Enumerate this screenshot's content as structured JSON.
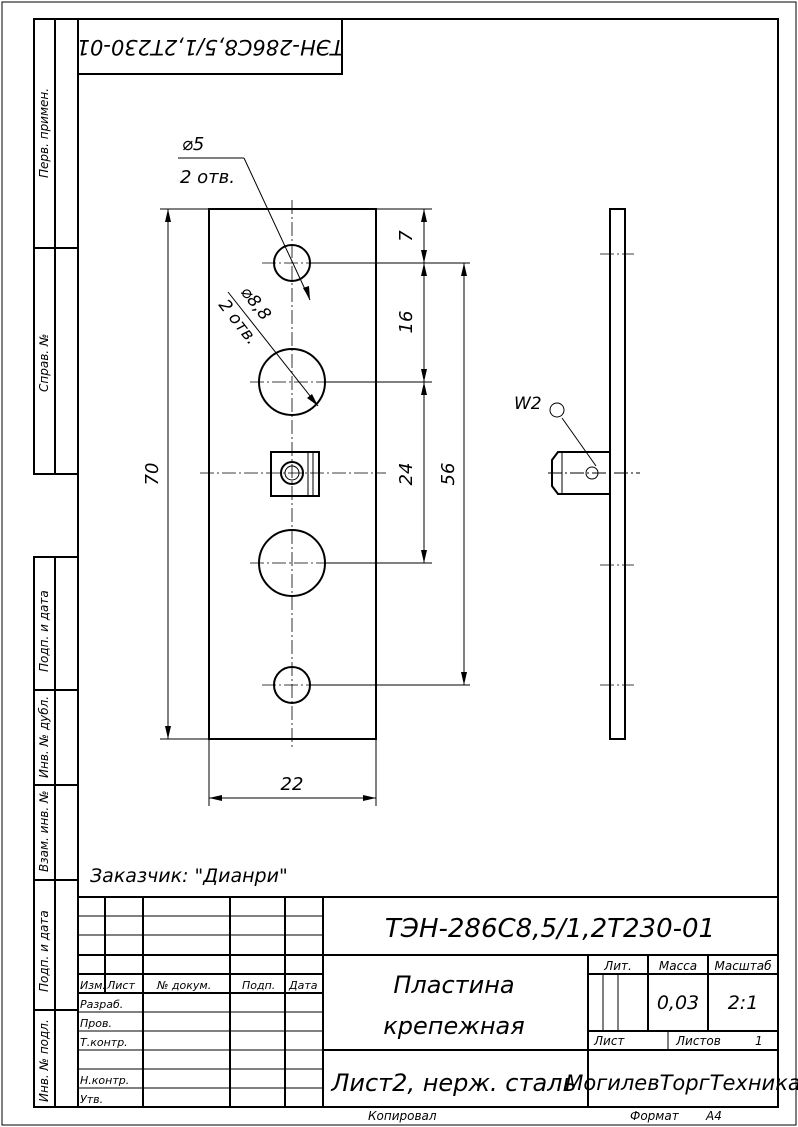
{
  "side_labels": {
    "perv_primen": "Перв. примен.",
    "sprav_no": "Справ. №",
    "podp_data_1": "Подп. и дата",
    "inv_dubl": "Инв. № дубл.",
    "vzam_inv": "Взам. инв. №",
    "podp_data_2": "Подп. и дата",
    "inv_podl": "Инв. № подл."
  },
  "rotated_stamp": "ТЭН-286С8,5/1,2Т230-01",
  "drawing": {
    "hole_small_label": "⌀5",
    "hole_small_count": "2 отв.",
    "hole_large_label": "⌀8,8",
    "hole_large_count": "2 отв.",
    "weld_label": "W2",
    "dim_7": "7",
    "dim_16": "16",
    "dim_24": "24",
    "dim_56": "56",
    "dim_70": "70",
    "dim_22": "22"
  },
  "customer": "Заказчик: \"Дианри\"",
  "title_block": {
    "designation": "ТЭН-286С8,5/1,2Т230-01",
    "name_line1": "Пластина",
    "name_line2": "крепежная",
    "material": "Лист2, нерж. сталь",
    "company": "МогилевТоргТехника",
    "col_lit": "Лит.",
    "col_massa": "Масса",
    "col_masshtab": "Масштаб",
    "massa_value": "0,03",
    "masshtab_value": "2:1",
    "list_label": "Лист",
    "listov_label": "Листов",
    "listov_value": "1",
    "hdr_izm": "Изм.",
    "hdr_list": "Лист",
    "hdr_dokum": "№ докум.",
    "hdr_podp": "Подп.",
    "hdr_data": "Дата",
    "row_razrab": "Разраб.",
    "row_prov": "Пров.",
    "row_tkontr": "Т.контр.",
    "row_nkontr": "Н.контр.",
    "row_utv": "Утв."
  },
  "footer": {
    "kopiroval": "Копировал",
    "format_label": "Формат",
    "format_value": "А4"
  }
}
